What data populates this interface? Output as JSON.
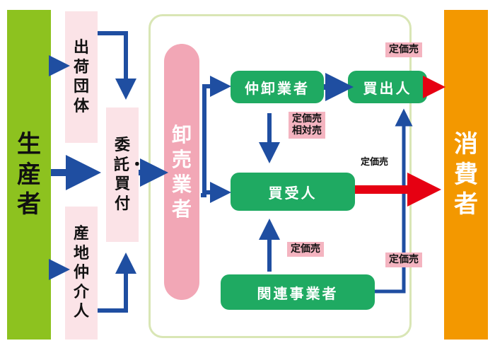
{
  "nodes": {
    "producer": "生産者",
    "consumer": "消費者",
    "shipper": "出荷団体",
    "collector": "産地仲介人",
    "consign": "委託・買付",
    "wholesaler": "卸売業者",
    "middle_wholesaler": "仲卸業者",
    "buyer_out": "買出人",
    "buyer": "買受人",
    "related": "関連事業者"
  },
  "labels": {
    "fixed_top": "定価売",
    "fixed_relative": "定価売\n相対売",
    "fixed_plain": "定価売",
    "fixed_related_up": "定価売",
    "fixed_right": "定価売"
  },
  "colors": {
    "producer": "#8dc21f",
    "consumer": "#f39800",
    "wholesaler": "#f2a7b6",
    "green_node": "#1faa62",
    "arrow_blue": "#1f4ea1",
    "arrow_red": "#e60012",
    "tag_pink": "#f4b4c0"
  }
}
